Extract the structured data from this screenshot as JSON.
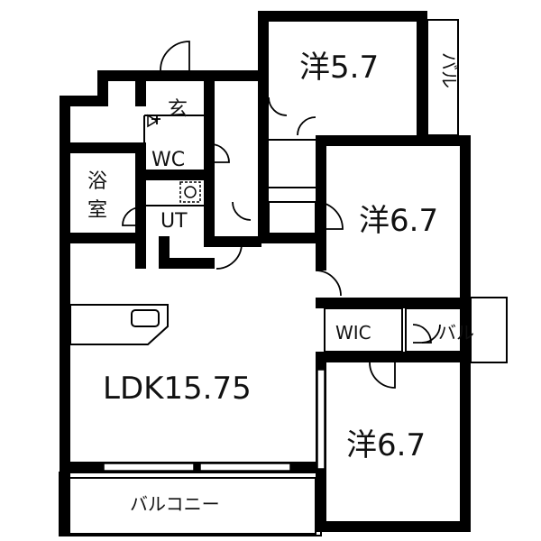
{
  "rooms": {
    "western_1": "洋5.7",
    "western_2": "洋6.7",
    "western_3": "洋6.7",
    "ldk": "LDK15.75",
    "entrance": "玄",
    "wc": "WC",
    "bath_char1": "浴",
    "bath_char2": "室",
    "utility": "UT",
    "walk_in_closet": "WIC",
    "balcony_small_1": "バル",
    "balcony_small_2": "バル",
    "balcony_main": "バルコニー"
  }
}
